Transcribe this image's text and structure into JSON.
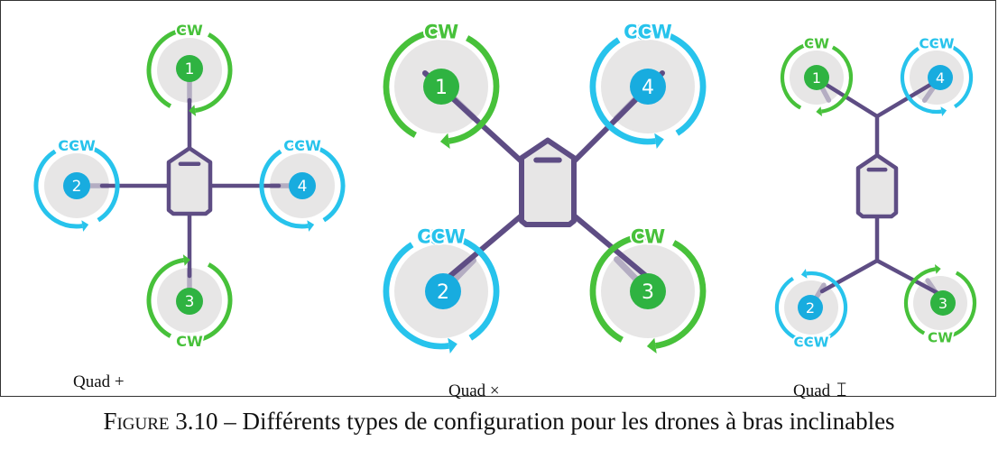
{
  "colors": {
    "cw": "#47c13a",
    "ccw": "#27c3ec",
    "cw_hub": "#2fb341",
    "ccw_hub": "#18acdf",
    "frame": "#5e4d84",
    "disc": "#e7e6e6",
    "arm": "#b4adc2"
  },
  "rotation_labels": {
    "cw": "CW",
    "ccw": "CCW"
  },
  "configurations": [
    {
      "label": "Quad +",
      "rotors": [
        {
          "number": "1",
          "direction": "cw"
        },
        {
          "number": "2",
          "direction": "ccw"
        },
        {
          "number": "3",
          "direction": "cw"
        },
        {
          "number": "4",
          "direction": "ccw"
        }
      ]
    },
    {
      "label": "Quad ×",
      "rotors": [
        {
          "number": "1",
          "direction": "cw"
        },
        {
          "number": "4",
          "direction": "ccw"
        },
        {
          "number": "2",
          "direction": "ccw"
        },
        {
          "number": "3",
          "direction": "cw"
        }
      ]
    },
    {
      "label": "Quad ",
      "label_symbol": "𝙸",
      "rotors": [
        {
          "number": "1",
          "direction": "cw"
        },
        {
          "number": "4",
          "direction": "ccw"
        },
        {
          "number": "2",
          "direction": "ccw"
        },
        {
          "number": "3",
          "direction": "cw"
        }
      ]
    }
  ],
  "caption": {
    "prefix": "Figure 3.10",
    "text": " – Différents types de configuration pour les drones à bras inclinables"
  }
}
